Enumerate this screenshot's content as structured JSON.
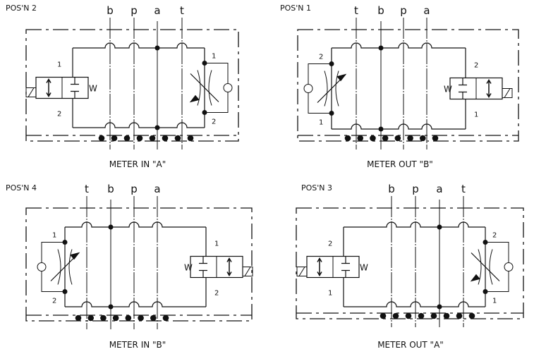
{
  "panels": [
    {
      "id": "posn2",
      "title": "POS'N 2",
      "caption": "METER IN \"A\"",
      "ports": [
        "b",
        "p",
        "a",
        "t"
      ],
      "connected_port": "a",
      "valve_side": "left",
      "flow_control_side": "right",
      "valve_numbers": [
        "1",
        "2"
      ],
      "flow_control_numbers": [
        "1",
        "2"
      ]
    },
    {
      "id": "posn1",
      "title": "POS'N 1",
      "caption": "METER OUT \"B\"",
      "ports": [
        "t",
        "b",
        "p",
        "a"
      ],
      "connected_port": "b",
      "valve_side": "right",
      "flow_control_side": "left",
      "valve_numbers": [
        "2",
        "1"
      ],
      "flow_control_numbers": [
        "2",
        "1"
      ]
    },
    {
      "id": "posn4",
      "title": "POS'N 4",
      "caption": "METER IN \"B\"",
      "ports": [
        "t",
        "b",
        "p",
        "a"
      ],
      "connected_port": "b",
      "valve_side": "right",
      "flow_control_side": "left",
      "valve_numbers": [
        "1",
        "2"
      ],
      "flow_control_numbers": [
        "1",
        "2"
      ]
    },
    {
      "id": "posn3",
      "title": "POS'N 3",
      "caption": "METER OUT \"A\"",
      "ports": [
        "b",
        "p",
        "a",
        "t"
      ],
      "connected_port": "a",
      "valve_side": "left",
      "flow_control_side": "right",
      "valve_numbers": [
        "2",
        "1"
      ],
      "flow_control_numbers": [
        "2",
        "1"
      ]
    }
  ],
  "colors": {
    "line": "#111111",
    "background": "#ffffff"
  }
}
